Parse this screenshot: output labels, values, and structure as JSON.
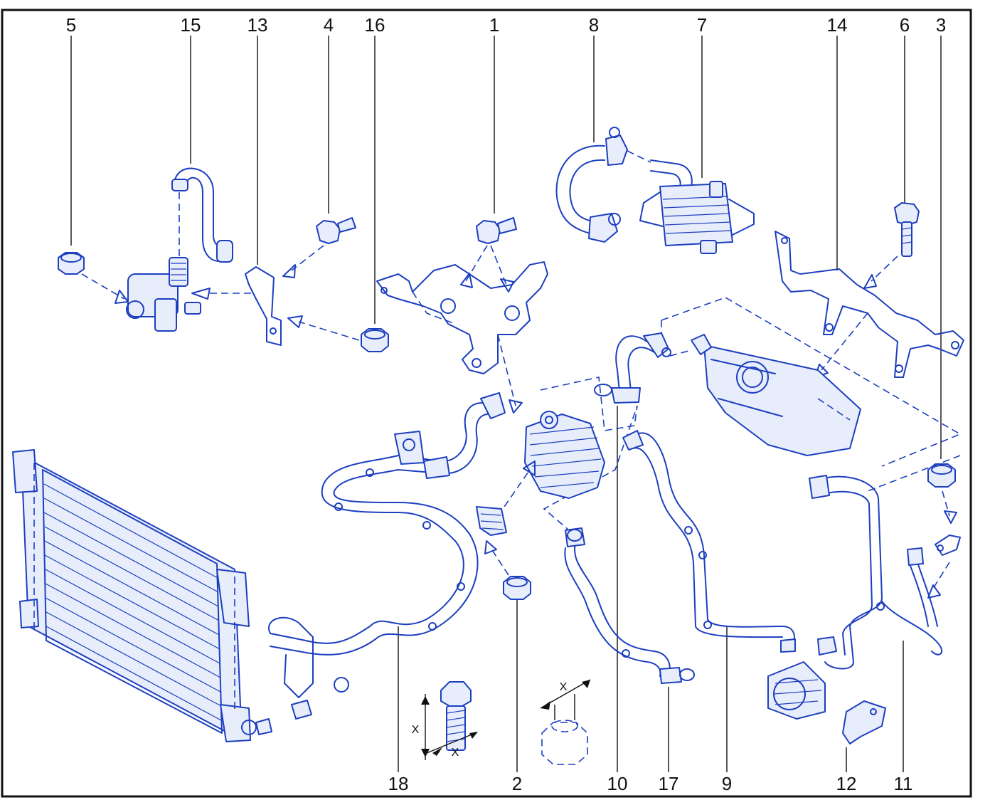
{
  "callouts": [
    {
      "id": "5",
      "label": "5"
    },
    {
      "id": "15",
      "label": "15"
    },
    {
      "id": "13",
      "label": "13"
    },
    {
      "id": "4",
      "label": "4"
    },
    {
      "id": "16",
      "label": "16"
    },
    {
      "id": "1",
      "label": "1"
    },
    {
      "id": "8",
      "label": "8"
    },
    {
      "id": "7",
      "label": "7"
    },
    {
      "id": "14",
      "label": "14"
    },
    {
      "id": "6",
      "label": "6"
    },
    {
      "id": "3",
      "label": "3"
    },
    {
      "id": "18",
      "label": "18"
    },
    {
      "id": "2",
      "label": "2"
    },
    {
      "id": "10",
      "label": "10"
    },
    {
      "id": "17",
      "label": "17"
    },
    {
      "id": "9",
      "label": "9"
    },
    {
      "id": "12",
      "label": "12"
    },
    {
      "id": "11",
      "label": "11"
    }
  ],
  "dimension_labels": {
    "bolt_x1": "X",
    "bolt_x2": "X",
    "nut_x": "X"
  },
  "colors": {
    "line_art": "#1c3fbf",
    "callout_text": "#111111",
    "frame": "#111111"
  }
}
